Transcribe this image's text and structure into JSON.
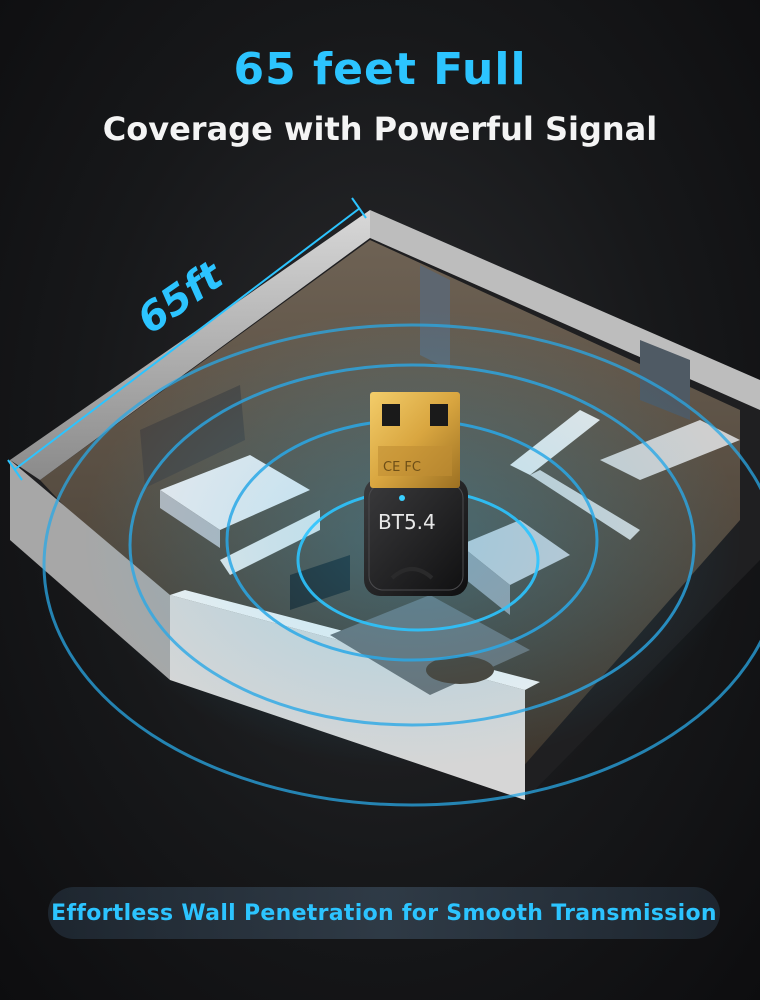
{
  "header": {
    "headline": "65 feet Full",
    "subheadline": "Coverage with Powerful Signal"
  },
  "dimension": {
    "label": "65ft"
  },
  "device": {
    "model_label": "BT5.4",
    "cert_marks": "CE FC"
  },
  "footer": {
    "banner_text": "Effortless Wall Penetration for Smooth Transmission"
  },
  "colors": {
    "accent": "#2cc4ff",
    "background": "#17181a",
    "usb_gold": "#d9a640"
  },
  "icons": [
    "signal-ring-icon",
    "usb-dongle-icon",
    "dimension-arrow-icon"
  ]
}
